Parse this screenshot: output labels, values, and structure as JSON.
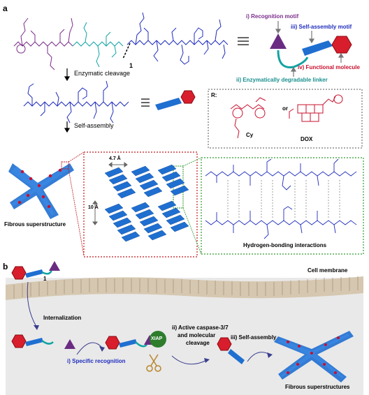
{
  "panel_a": {
    "label": "a",
    "compound_number": "1",
    "equiv_sign": "≡",
    "step_enzymatic": "Enzymatic cleavage",
    "step_selfassembly": "Self-assembly",
    "legend": {
      "recognition": "i) Recognition motif",
      "selfassembly": "iii) Self-assembly motif",
      "functional": "iv) Functional molecule",
      "linker": "ii) Enzymatically degradable linker"
    },
    "r_box": {
      "r_label": "R:",
      "cy": "Cy",
      "or": "or",
      "dox": "DOX"
    },
    "fibrous": "Fibrous superstructure",
    "dist_47": "4.7 Å",
    "dist_10": "10 Å",
    "hbond": "Hydrogen-bonding interactions"
  },
  "panel_b": {
    "label": "b",
    "compound_number": "1",
    "membrane": "Cell membrane",
    "internalization": "Internalization",
    "specific_recognition": "i) Specific recognition",
    "xiap": "XIAP",
    "caspase": [
      "ii) Active caspase-3/7",
      "and molecular",
      "cleavage"
    ],
    "selfassembly": "iii) Self-assembly",
    "fibrous": "Fibrous superstructures"
  },
  "colors": {
    "recognition": "#7b2d8b",
    "selfassembly": "#1f2dbd",
    "functional": "#c8102e",
    "linker": "#1a8f8f",
    "teal_struct": "#12a3a3",
    "ribbon": "#1f6fd1",
    "membrane_box": "#bfbfbf",
    "hbox_green": "#2e9a2e",
    "zoom_red": "#c0181c"
  }
}
